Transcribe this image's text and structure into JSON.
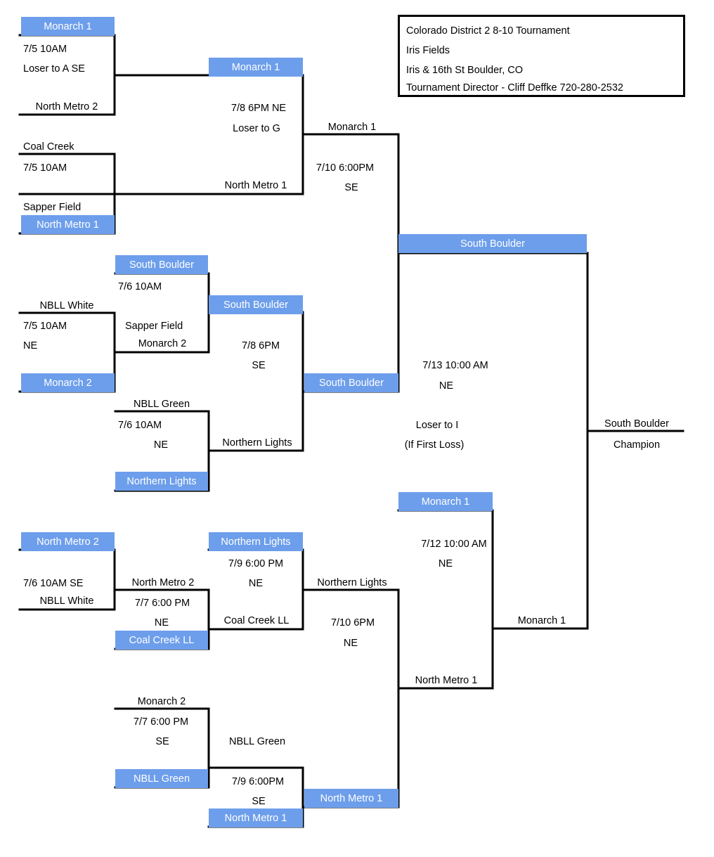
{
  "info": {
    "title": "Colorado District 2 8-10 Tournament",
    "venue": "Iris Fields",
    "address": "Iris & 16th St  Boulder, CO",
    "director": "Tournament Director - Cliff Deffke 720-280-2532"
  },
  "highlights": {
    "h1": "Monarch 1",
    "h2": "Monarch 1",
    "h3": "North Metro 1",
    "h4": "South Boulder",
    "h5": "South Boulder",
    "h6": "South Boulder",
    "h7": "Monarch 2",
    "h8": "South Boulder",
    "h9": "Northern Lights",
    "h10": "Monarch 1",
    "h11": "North Metro 2",
    "h12": "Northern Lights",
    "h13": "Coal Creek LL",
    "h14": "NBLL Green",
    "h15": "North Metro 1",
    "h16": "North Metro 1"
  },
  "labels": {
    "g1_date": "7/5       10AM",
    "g1_note": "Loser to A     SE",
    "g1_team": "North Metro 2",
    "g2_team": "Coal Creek",
    "g2_date": "7/5   10AM",
    "g2_team2": "Sapper Field",
    "r2a_date": "7/8   6PM  NE",
    "r2a_note": "Loser to G",
    "r2a_team": "North Metro 1",
    "sf1_team": "Monarch 1",
    "sf1_date": "7/10 6:00PM",
    "sf1_loc": "SE",
    "g3_date": "7/6     10AM",
    "g3_field": "Sapper Field",
    "g3_team": "Monarch 2",
    "g4_team": "NBLL White",
    "g4_date": "7/5        10AM",
    "g4_loc": "NE",
    "r2b_date": "7/8  6PM",
    "r2b_loc": "SE",
    "g5_team": "NBLL Green",
    "g5_date": "7/6          10AM",
    "g5_loc": "NE",
    "r2b_team": "Northern Lights",
    "final_date": "7/13 10:00 AM",
    "final_loc": "NE",
    "final_note1": "Loser to I",
    "final_note2": "(If First Loss)",
    "champ_team": "South Boulder",
    "champ_label": "Champion",
    "lb_final_date": "7/12 10:00 AM",
    "lb_final_loc": "NE",
    "lb_final_team": "Monarch 1",
    "lb_final_team2": "North Metro 1",
    "g6_date": "7/6    10AM   SE",
    "g6_team": "NBLL White",
    "g7_team": "North Metro 2",
    "g7_date": "7/7 6:00 PM",
    "g7_loc": "NE",
    "g8_date": "7/9 6:00 PM",
    "g8_loc": "NE",
    "g8_team": "Coal Creek LL",
    "lb_sf_team": "Northern Lights",
    "lb_sf_date": "7/10 6PM",
    "lb_sf_loc": "NE",
    "g9_team": "Monarch 2",
    "g9_date": "7/7 6:00 PM",
    "g9_loc": "SE",
    "g10_team": "NBLL Green",
    "g10_date": "7/9  6:00PM",
    "g10_loc": "SE"
  }
}
